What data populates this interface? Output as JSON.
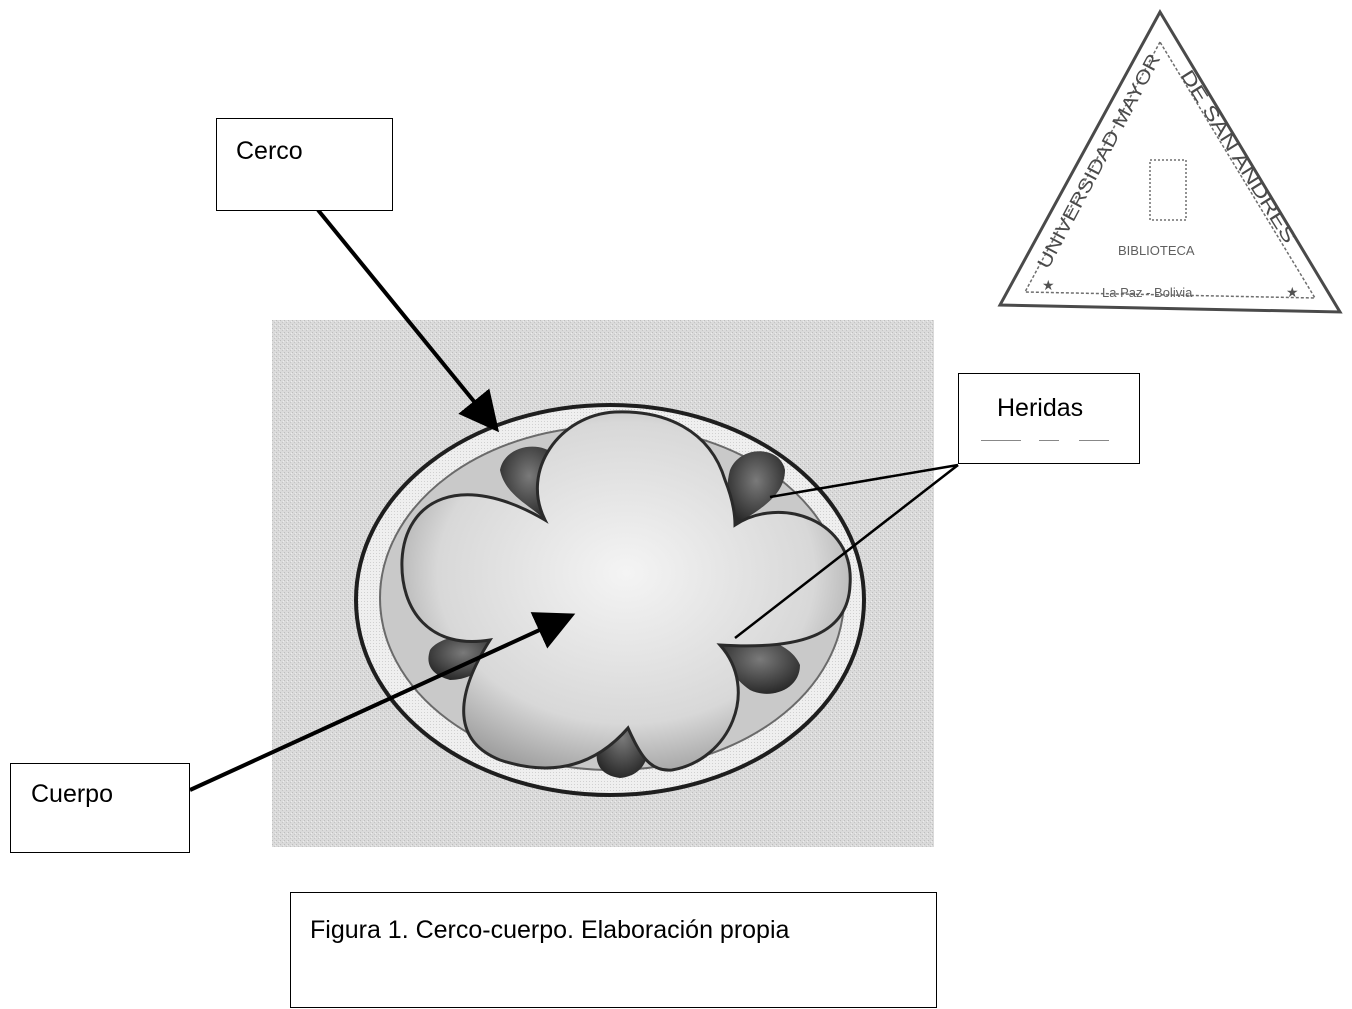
{
  "labels": {
    "cerco": "Cerco",
    "heridas": "Heridas",
    "cuerpo": "Cuerpo"
  },
  "caption": "Figura 1. Cerco-cuerpo. Elaboración propia",
  "stamp": {
    "university": "UNIVERSIDAD MAYOR DE SAN ANDRES",
    "library": "BIBLIOTECA",
    "location": "La Paz - Bolivia"
  },
  "colors": {
    "ink": "#000000",
    "paper": "#ffffff",
    "photo_background": "#dcdcdc",
    "stamp_ink": "#333333"
  }
}
